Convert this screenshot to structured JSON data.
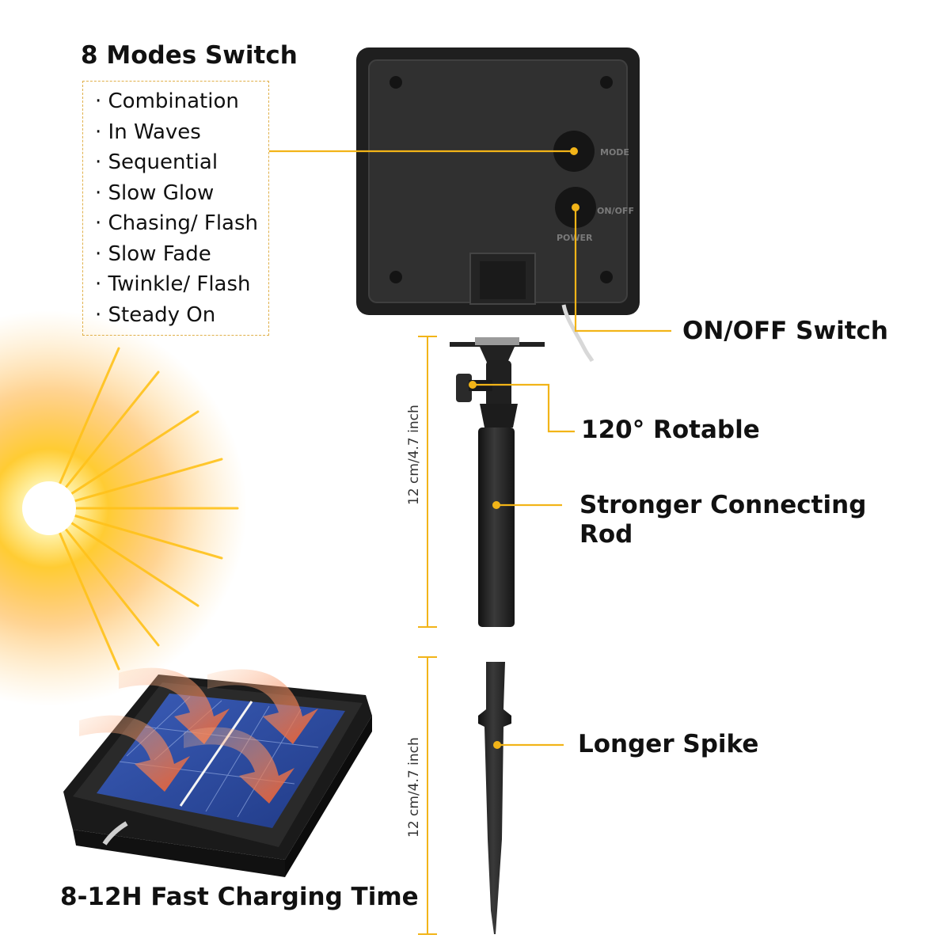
{
  "labels": {
    "modes_title": "8 Modes Switch",
    "onoff_switch": "ON/OFF Switch",
    "rotatable": "120° Rotable",
    "rod_line1": "Stronger Connecting",
    "rod_line2": "Rod",
    "spike": "Longer Spike",
    "charging": "8-12H Fast Charging Time"
  },
  "modes": [
    "· Combination",
    "· In Waves",
    "· Sequential",
    "· Slow Glow",
    "· Chasing/ Flash",
    "· Slow Fade",
    "· Twinkle/ Flash",
    "· Steady On"
  ],
  "dimensions": {
    "rod": "12 cm/4.7 inch",
    "spike": "12 cm/4.7 inch"
  },
  "device_buttons": {
    "mode": "MODE",
    "onoff": "ON/OFF",
    "power": "POWER"
  },
  "icons": {
    "sun": "sun-icon",
    "arrows": "charging-arrow-icon",
    "panel": "solar-panel-icon"
  },
  "colors": {
    "accent": "#f2b418",
    "arrow": "#ef5a2a",
    "device": "#2b2b2b"
  }
}
